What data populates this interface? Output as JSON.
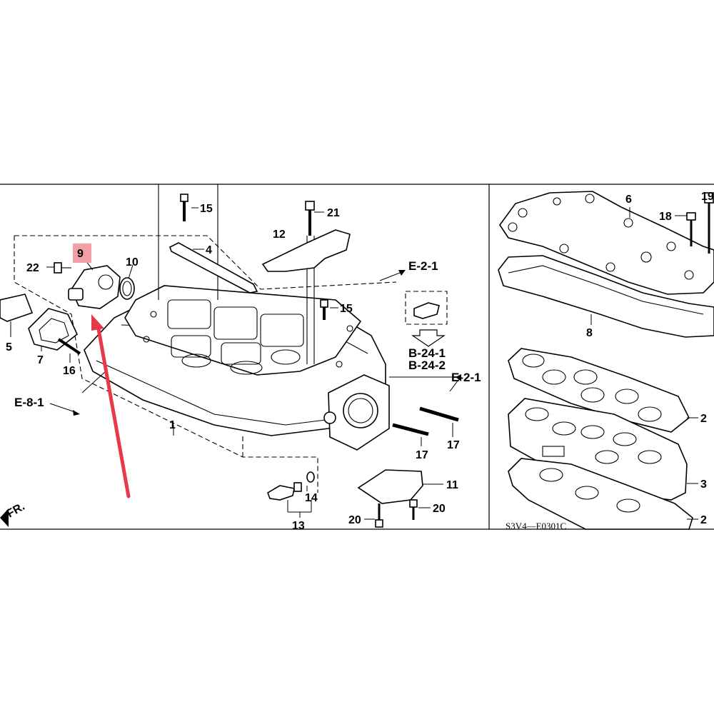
{
  "diagram": {
    "part_numbers": {
      "p1": "1",
      "p2a": "2",
      "p2b": "2",
      "p3": "3",
      "p4": "4",
      "p5": "5",
      "p6": "6",
      "p7": "7",
      "p8": "8",
      "p9": "9",
      "p10": "10",
      "p11": "11",
      "p12": "12",
      "p13": "13",
      "p14": "14",
      "p15a": "15",
      "p15b": "15",
      "p16": "16",
      "p17a": "17",
      "p17b": "17",
      "p18": "18",
      "p19": "19",
      "p20a": "20",
      "p20b": "20",
      "p21": "21",
      "p22": "22"
    },
    "references": {
      "e21_top": "E-2-1",
      "e21_bottom": "E-2-1",
      "b241": "B-24-1",
      "b242": "B-24-2",
      "e81": "E-8-1"
    },
    "direction_label": "FR.",
    "drawing_code": "S3V4—E0301C",
    "colors": {
      "highlight": "#f2a0a8",
      "arrow": "#e8394a",
      "line": "#000000",
      "background": "#ffffff"
    }
  }
}
